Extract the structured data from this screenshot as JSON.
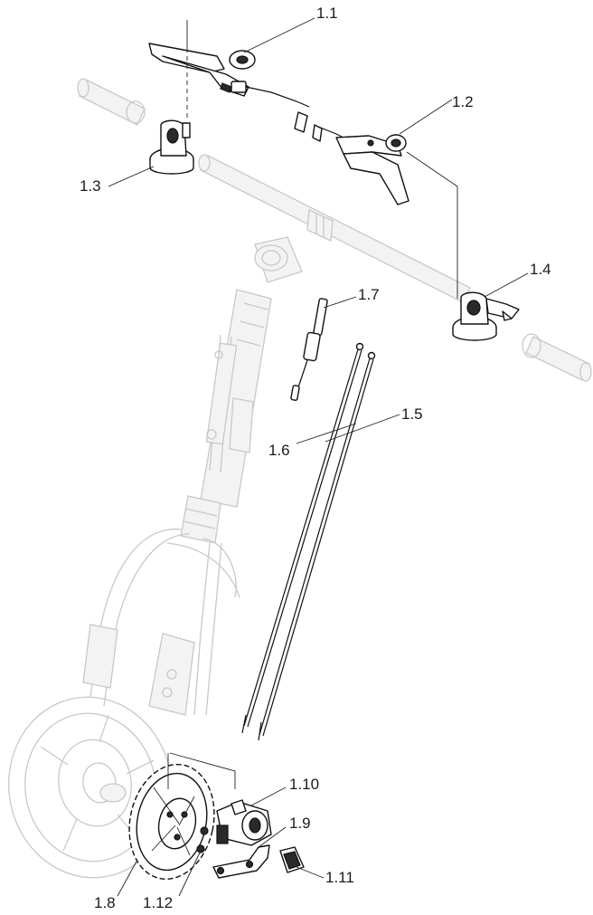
{
  "labels": {
    "p1_1": "1.1",
    "p1_2": "1.2",
    "p1_3": "1.3",
    "p1_4": "1.4",
    "p1_5": "1.5",
    "p1_6": "1.6",
    "p1_7": "1.7",
    "p1_8": "1.8",
    "p1_9": "1.9",
    "p1_10": "1.10",
    "p1_11": "1.11",
    "p1_12": "1.12"
  }
}
